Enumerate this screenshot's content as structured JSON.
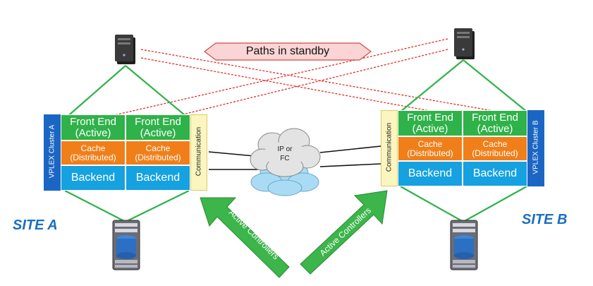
{
  "banner": {
    "text": "Paths in standby"
  },
  "cloud": {
    "line1": "IP or",
    "line2": "FC"
  },
  "site_a": {
    "label": "SITE A",
    "cluster": "VPLEX Cluster A",
    "communication": "Communication",
    "front_end": [
      {
        "line1": "Front End",
        "line2": "(Active)"
      },
      {
        "line1": "Front End",
        "line2": "(Active)"
      }
    ],
    "cache": [
      {
        "line1": "Cache",
        "line2": "(Distributed)"
      },
      {
        "line1": "Cache",
        "line2": "(Distributed)"
      }
    ],
    "backend": [
      "Backend",
      "Backend"
    ]
  },
  "site_b": {
    "label": "SITE B",
    "cluster": "VPLEX Cluster B",
    "communication": "Communication",
    "front_end": [
      {
        "line1": "Front End",
        "line2": "(Active)"
      },
      {
        "line1": "Front End",
        "line2": "(Active)"
      }
    ],
    "cache": [
      {
        "line1": "Cache",
        "line2": "(Distributed)"
      },
      {
        "line1": "Cache",
        "line2": "(Distributed)"
      }
    ],
    "backend": [
      "Backend",
      "Backend"
    ]
  },
  "arrows": {
    "left": "Active Controllers",
    "right": "Active Controllers"
  },
  "colors": {
    "green_link": "#2fb24a",
    "standby_link": "#e02020",
    "banner_fill": "#fbd5d5",
    "site_label": "#1c6fc0"
  },
  "icons": {
    "host": "server-tower-icon",
    "storage": "storage-array-icon"
  }
}
